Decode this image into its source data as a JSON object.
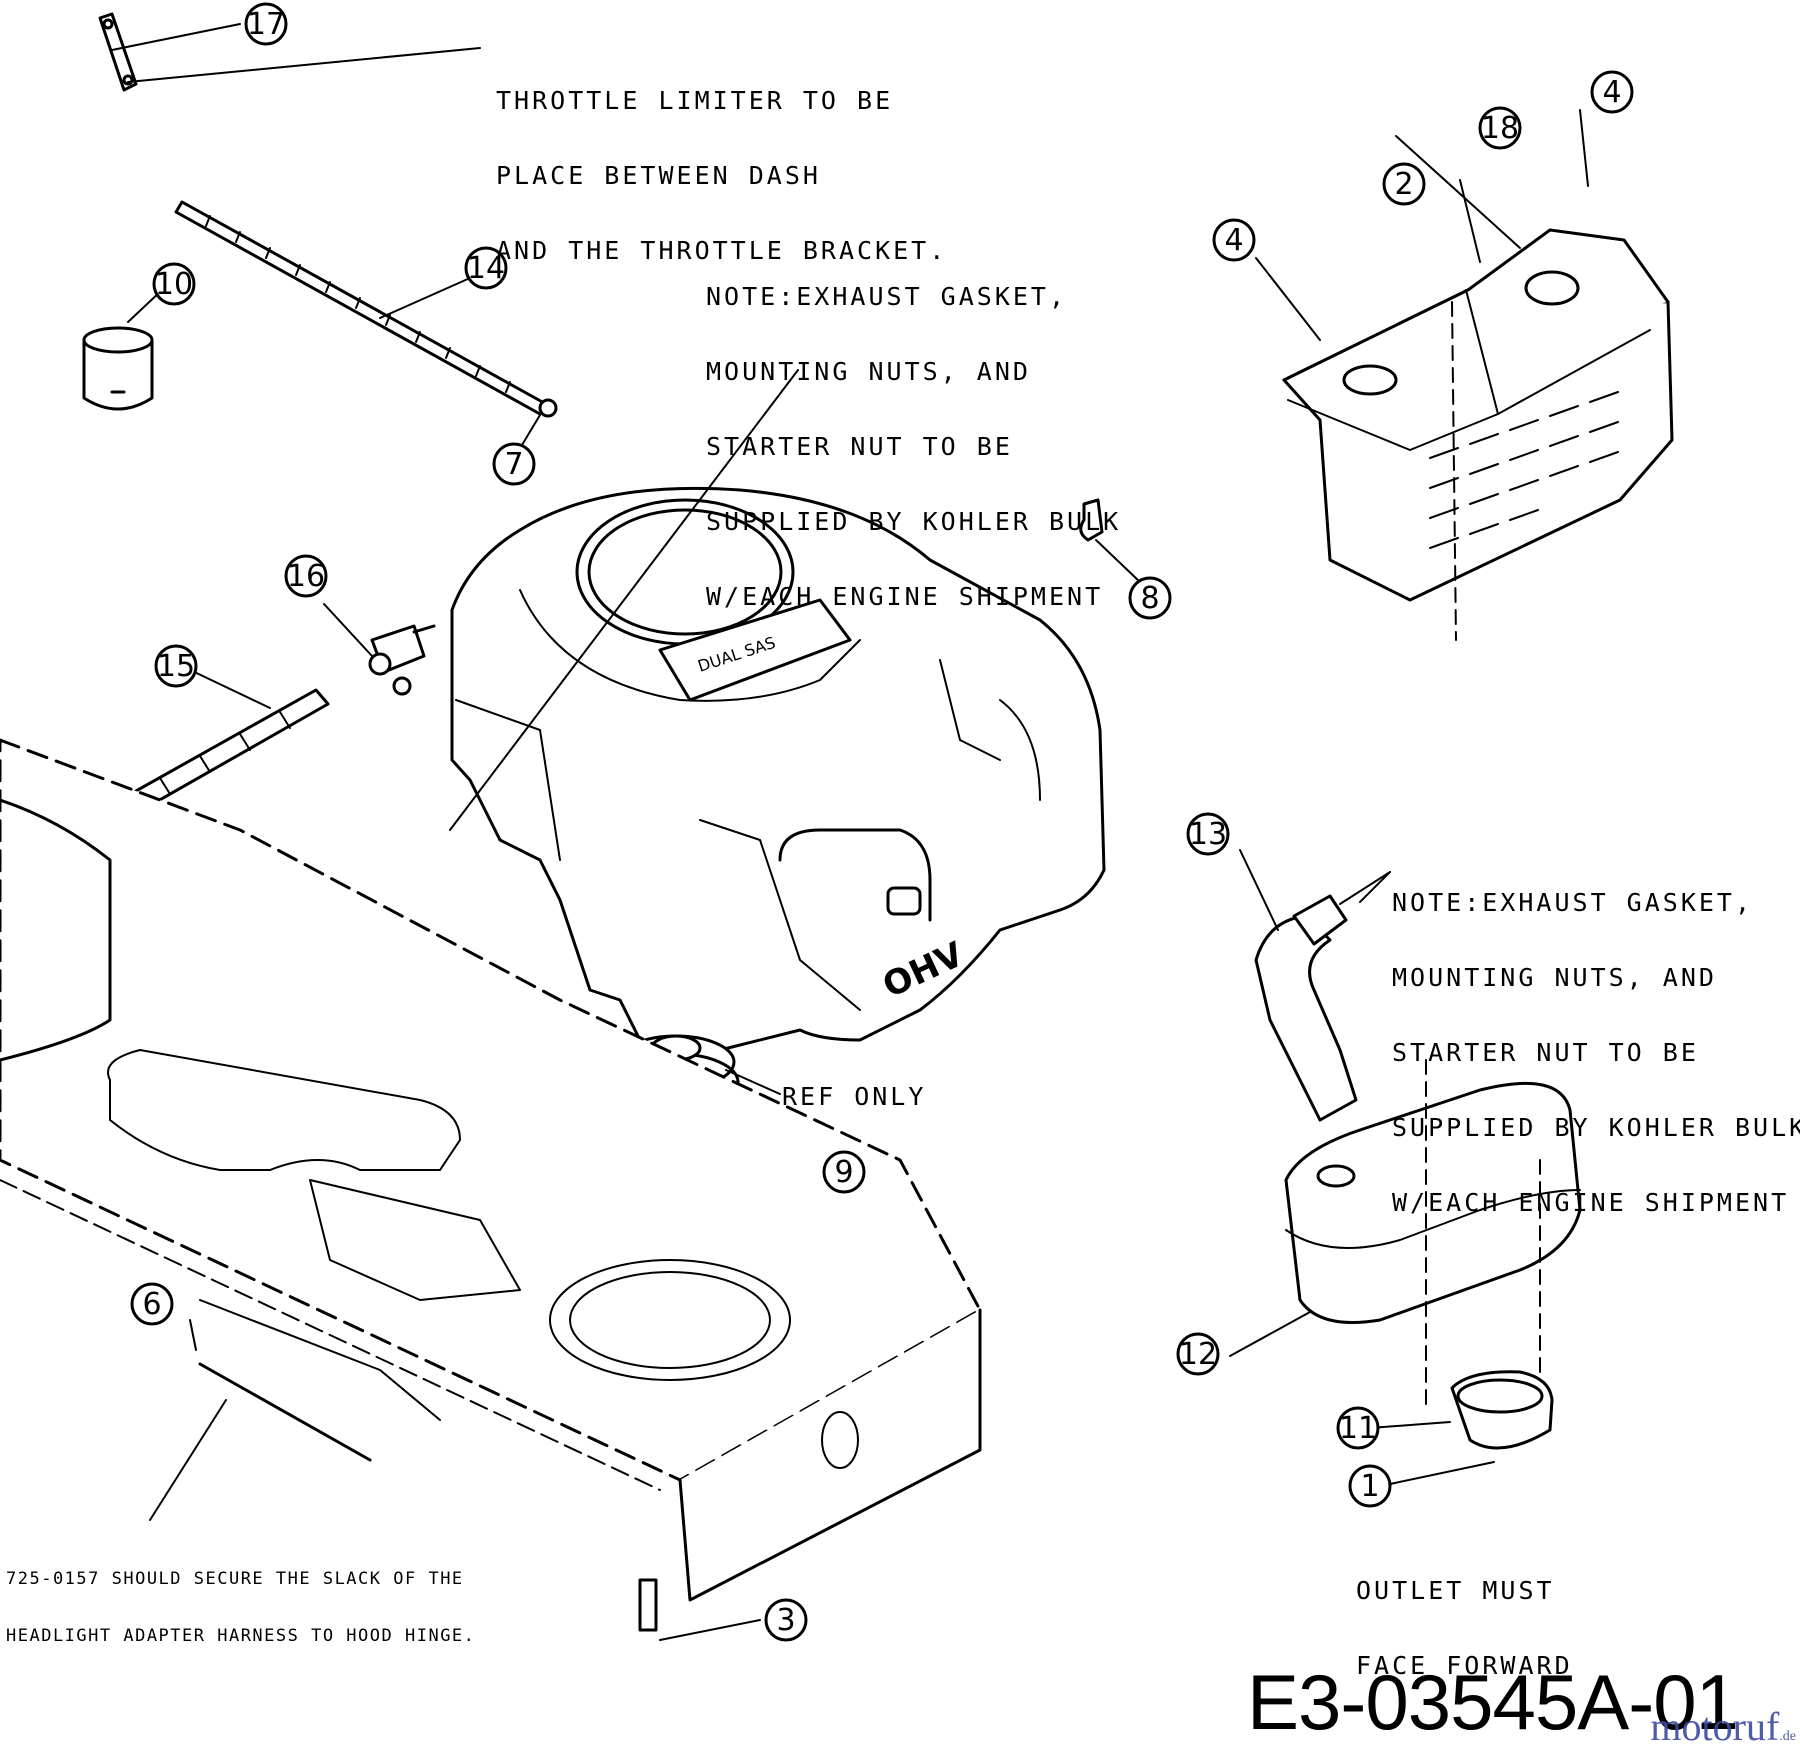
{
  "notes": {
    "throttle": [
      "THROTTLE LIMITER TO BE",
      "PLACE BETWEEN DASH",
      "AND THE THROTTLE BRACKET."
    ],
    "exhaust_top": [
      "NOTE:EXHAUST GASKET,",
      "MOUNTING NUTS, AND",
      "STARTER NUT TO BE",
      "SUPPLIED BY KOHLER BULK",
      "W/EACH ENGINE SHIPMENT"
    ],
    "exhaust_right": [
      "NOTE:EXHAUST GASKET,",
      "MOUNTING NUTS, AND",
      "STARTER NUT TO BE",
      "SUPPLIED BY KOHLER BULK",
      "W/EACH ENGINE SHIPMENT"
    ],
    "ref_only": "REF ONLY",
    "outlet": [
      "OUTLET MUST",
      "FACE FORWARD"
    ],
    "harness": [
      "725-0157 SHOULD SECURE THE SLACK OF THE",
      "HEADLIGHT ADAPTER HARNESS TO HOOD HINGE."
    ]
  },
  "engine_labels": {
    "brand": "DUAL SAS",
    "ohv": "OHV"
  },
  "callouts": [
    "17",
    "10",
    "14",
    "7",
    "16",
    "15",
    "2",
    "4",
    "4",
    "18",
    "8",
    "13",
    "9",
    "6",
    "12",
    "11",
    "1",
    "3"
  ],
  "drawing_code": "E3-03545A-01",
  "watermark": {
    "brand": "motoruf",
    "suffix": ".de"
  },
  "colors": {
    "ink": "#000000",
    "paper": "#ffffff",
    "watermark": "#3a4aa0"
  }
}
